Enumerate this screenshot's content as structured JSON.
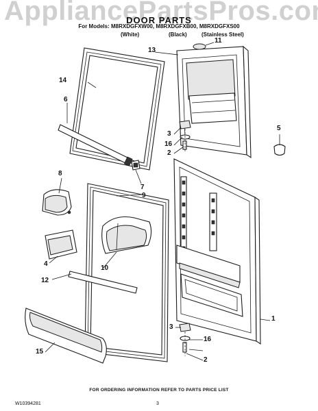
{
  "watermark": "AppliancePartsPros.com",
  "title": "DOOR PARTS",
  "models_line": "For Models: M8RXDGFXW00, M8RXDGFXB00, M8RXDGFXS00",
  "finishes": [
    "(White)",
    "(Black)",
    "(Stainless Steel)"
  ],
  "footer_note": "FOR ORDERING INFORMATION REFER TO PARTS PRICE LIST",
  "doc_id": "W10394281",
  "page_number": "3",
  "callouts": [
    "1",
    "2",
    "2",
    "3",
    "3",
    "4",
    "5",
    "6",
    "7",
    "8",
    "9",
    "10",
    "11",
    "12",
    "13",
    "14",
    "15",
    "16",
    "16"
  ]
}
